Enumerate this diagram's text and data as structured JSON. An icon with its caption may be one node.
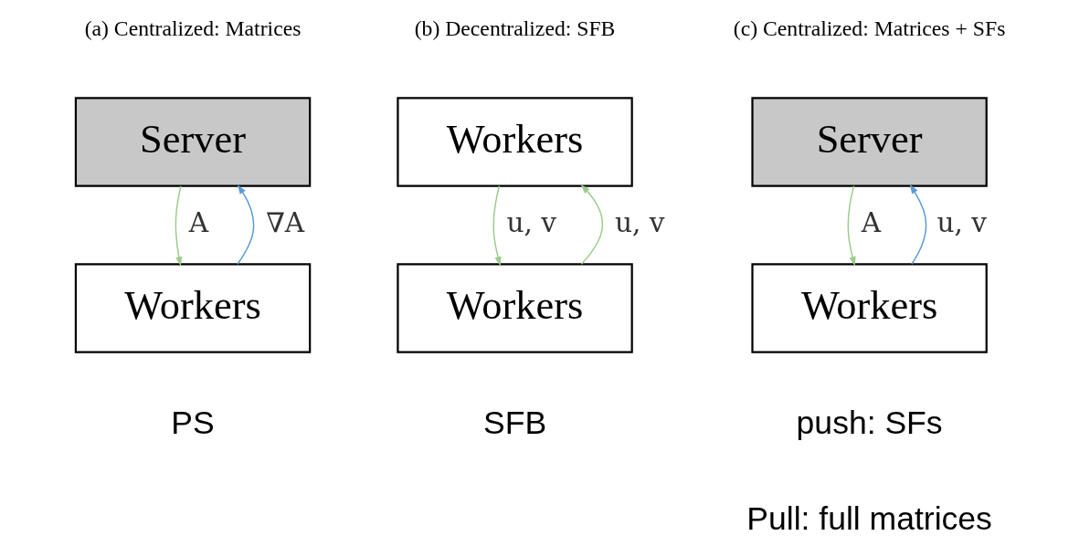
{
  "diagram": {
    "nodes": [
      {
        "text": [
          "Server"
        ]
      },
      {
        "text": [
          "Workers"
        ]
      },
      {
        "text": [
          "Workers"
        ]
      },
      {
        "text": [
          "Workers"
        ]
      },
      {
        "text": [
          "Server"
        ]
      },
      {
        "text": [
          "Workers"
        ]
      }
    ],
    "edges": [
      {
        "from": 1,
        "to": 0,
        "arrow": "to",
        "label": "∇A",
        "color": "#5b9bd5"
      },
      {
        "from": 0,
        "to": 1,
        "arrow": "to",
        "label": "A"
      },
      {
        "from": 3,
        "to": 2,
        "arrow": "to",
        "label": "u, v"
      },
      {
        "from": 2,
        "to": 3,
        "arrow": "to",
        "label": "u, v"
      },
      {
        "from": 5,
        "to": 4,
        "arrow": "to",
        "label": "u, v",
        "color": "#5b9bd5"
      },
      {
        "from": 4,
        "to": 5,
        "arrow": "to",
        "label": "A"
      }
    ],
    "labels": [
      "(a) Centralized: Matrices",
      "(b) Decentralized: SFB",
      "(c) Centralized: Matrices + SFs",
      "PS",
      "SFB",
      "push: SFs",
      "Pull: full matrices"
    ]
  }
}
